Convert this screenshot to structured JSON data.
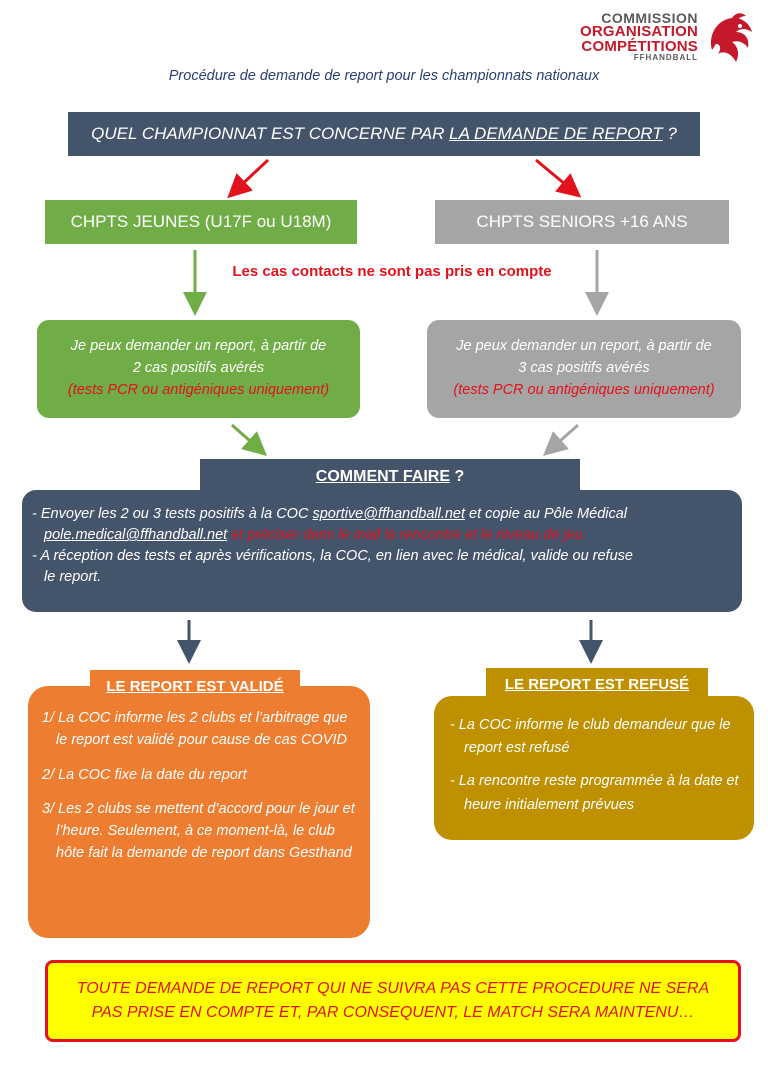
{
  "logo": {
    "line1": "COMMISSION",
    "line2": "ORGANISATION",
    "line3": "COMPÉTITIONS",
    "line4": "FFHANDBALL",
    "icon": "rooster-icon"
  },
  "subtitle": "Procédure de demande de report pour les championnats nationaux",
  "question": {
    "prefix": "QUEL CHAMPIONNAT EST CONCERNE PAR ",
    "underlined": "LA DEMANDE DE REPORT",
    "suffix": " ?"
  },
  "branches": {
    "jeunes": {
      "title": "CHPTS JEUNES (U17F ou U18M)",
      "line1": "Je peux demander un report, à partir de",
      "line2": "2 cas positifs avérés",
      "line3": "(tests PCR ou antigéniques uniquement)"
    },
    "seniors": {
      "title": "CHPTS SENIORS +16 ANS",
      "line1": "Je peux demander un report, à partir de",
      "line2": "3 cas positifs avérés",
      "line3": "(tests PCR ou antigéniques uniquement)"
    }
  },
  "contacts_note": "Les cas contacts ne sont pas pris en compte",
  "comment_faire": {
    "title": "COMMENT FAIRE",
    "title_suffix": " ?",
    "l1_prefix": "- Envoyer les 2 ou 3 tests positifs à la COC ",
    "email1": "sportive@ffhandball.net",
    "l1_suffix": " et copie au Pôle Médical",
    "email2": "pole.medical@ffhandball.net",
    "l2_red": " et préciser dans le mail la rencontre et le niveau de jeu",
    "l3": "- A réception des tests et après vérifications, la COC, en lien avec le médical, valide ou refuse",
    "l4": "le report."
  },
  "valide": {
    "title": "LE REPORT EST VALIDÉ",
    "items": [
      "1/ La COC informe les 2 clubs et l’arbitrage que le report est validé pour cause de cas COVID",
      "2/ La COC fixe la date du report",
      "3/ Les 2 clubs se mettent d’accord pour le jour et l’heure. Seulement, à ce moment-là, le club hôte fait la demande de report dans Gesthand"
    ]
  },
  "refuse": {
    "title": "LE REPORT EST REFUSÉ",
    "items": [
      "- La COC informe le club demandeur que le report est refusé",
      "- La rencontre reste programmée à la date et heure initialement prévues"
    ]
  },
  "warning": "TOUTE DEMANDE DE REPORT QUI NE SUIVRA PAS CETTE PROCEDURE NE SERA PAS PRISE EN COMPTE ET, PAR CONSEQUENT, LE MATCH SERA MAINTENU…",
  "colors": {
    "dark": "#44546a",
    "green": "#70ad47",
    "gray": "#a5a5a5",
    "orange": "#ed7d31",
    "gold": "#bf9000",
    "red": "#e3111b",
    "yellow": "#ffff00"
  }
}
